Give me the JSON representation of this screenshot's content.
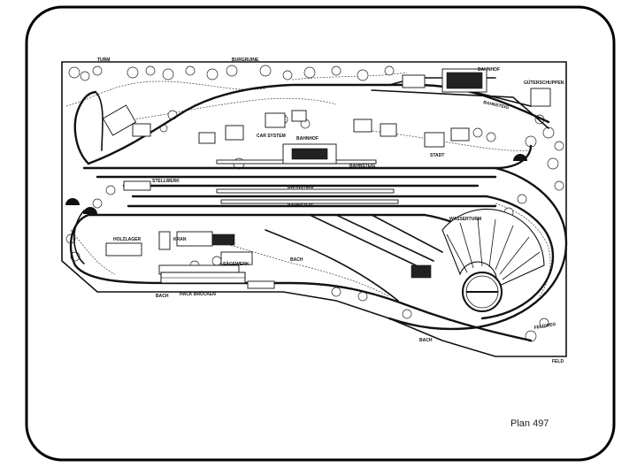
{
  "plan_caption": "Plan 497",
  "labels": {
    "turm": "TURM",
    "burgruine": "BURGRUINE",
    "bahnhof_top": "BAHNHOF",
    "gueterschuppen": "GÜTERSCHUPPEN",
    "bahnsteig_top": "BAHNSTEIG",
    "car_system": "CAR SYSTEM",
    "bahnhof_mid": "BAHNHOF",
    "stadt": "STADT",
    "bahnsteig_1": "BAHNSTEIG",
    "stellwerk": "STELLWERK",
    "bahnsteig_2": "BAHNSTEIG",
    "bahnsteig_3": "BAHNSTEIG",
    "wasserturm": "WASSERTURM",
    "holzlager": "HOLZLAGER",
    "kran": "KRAN",
    "saegewerk": "SÄGEWERK",
    "bach_1": "BACH",
    "bach_2": "BACH",
    "hack_bruecken": "HACK BRÜCKEN",
    "bach_3": "BACH",
    "feld": "FELD",
    "feldweg": "FELDWEG"
  }
}
